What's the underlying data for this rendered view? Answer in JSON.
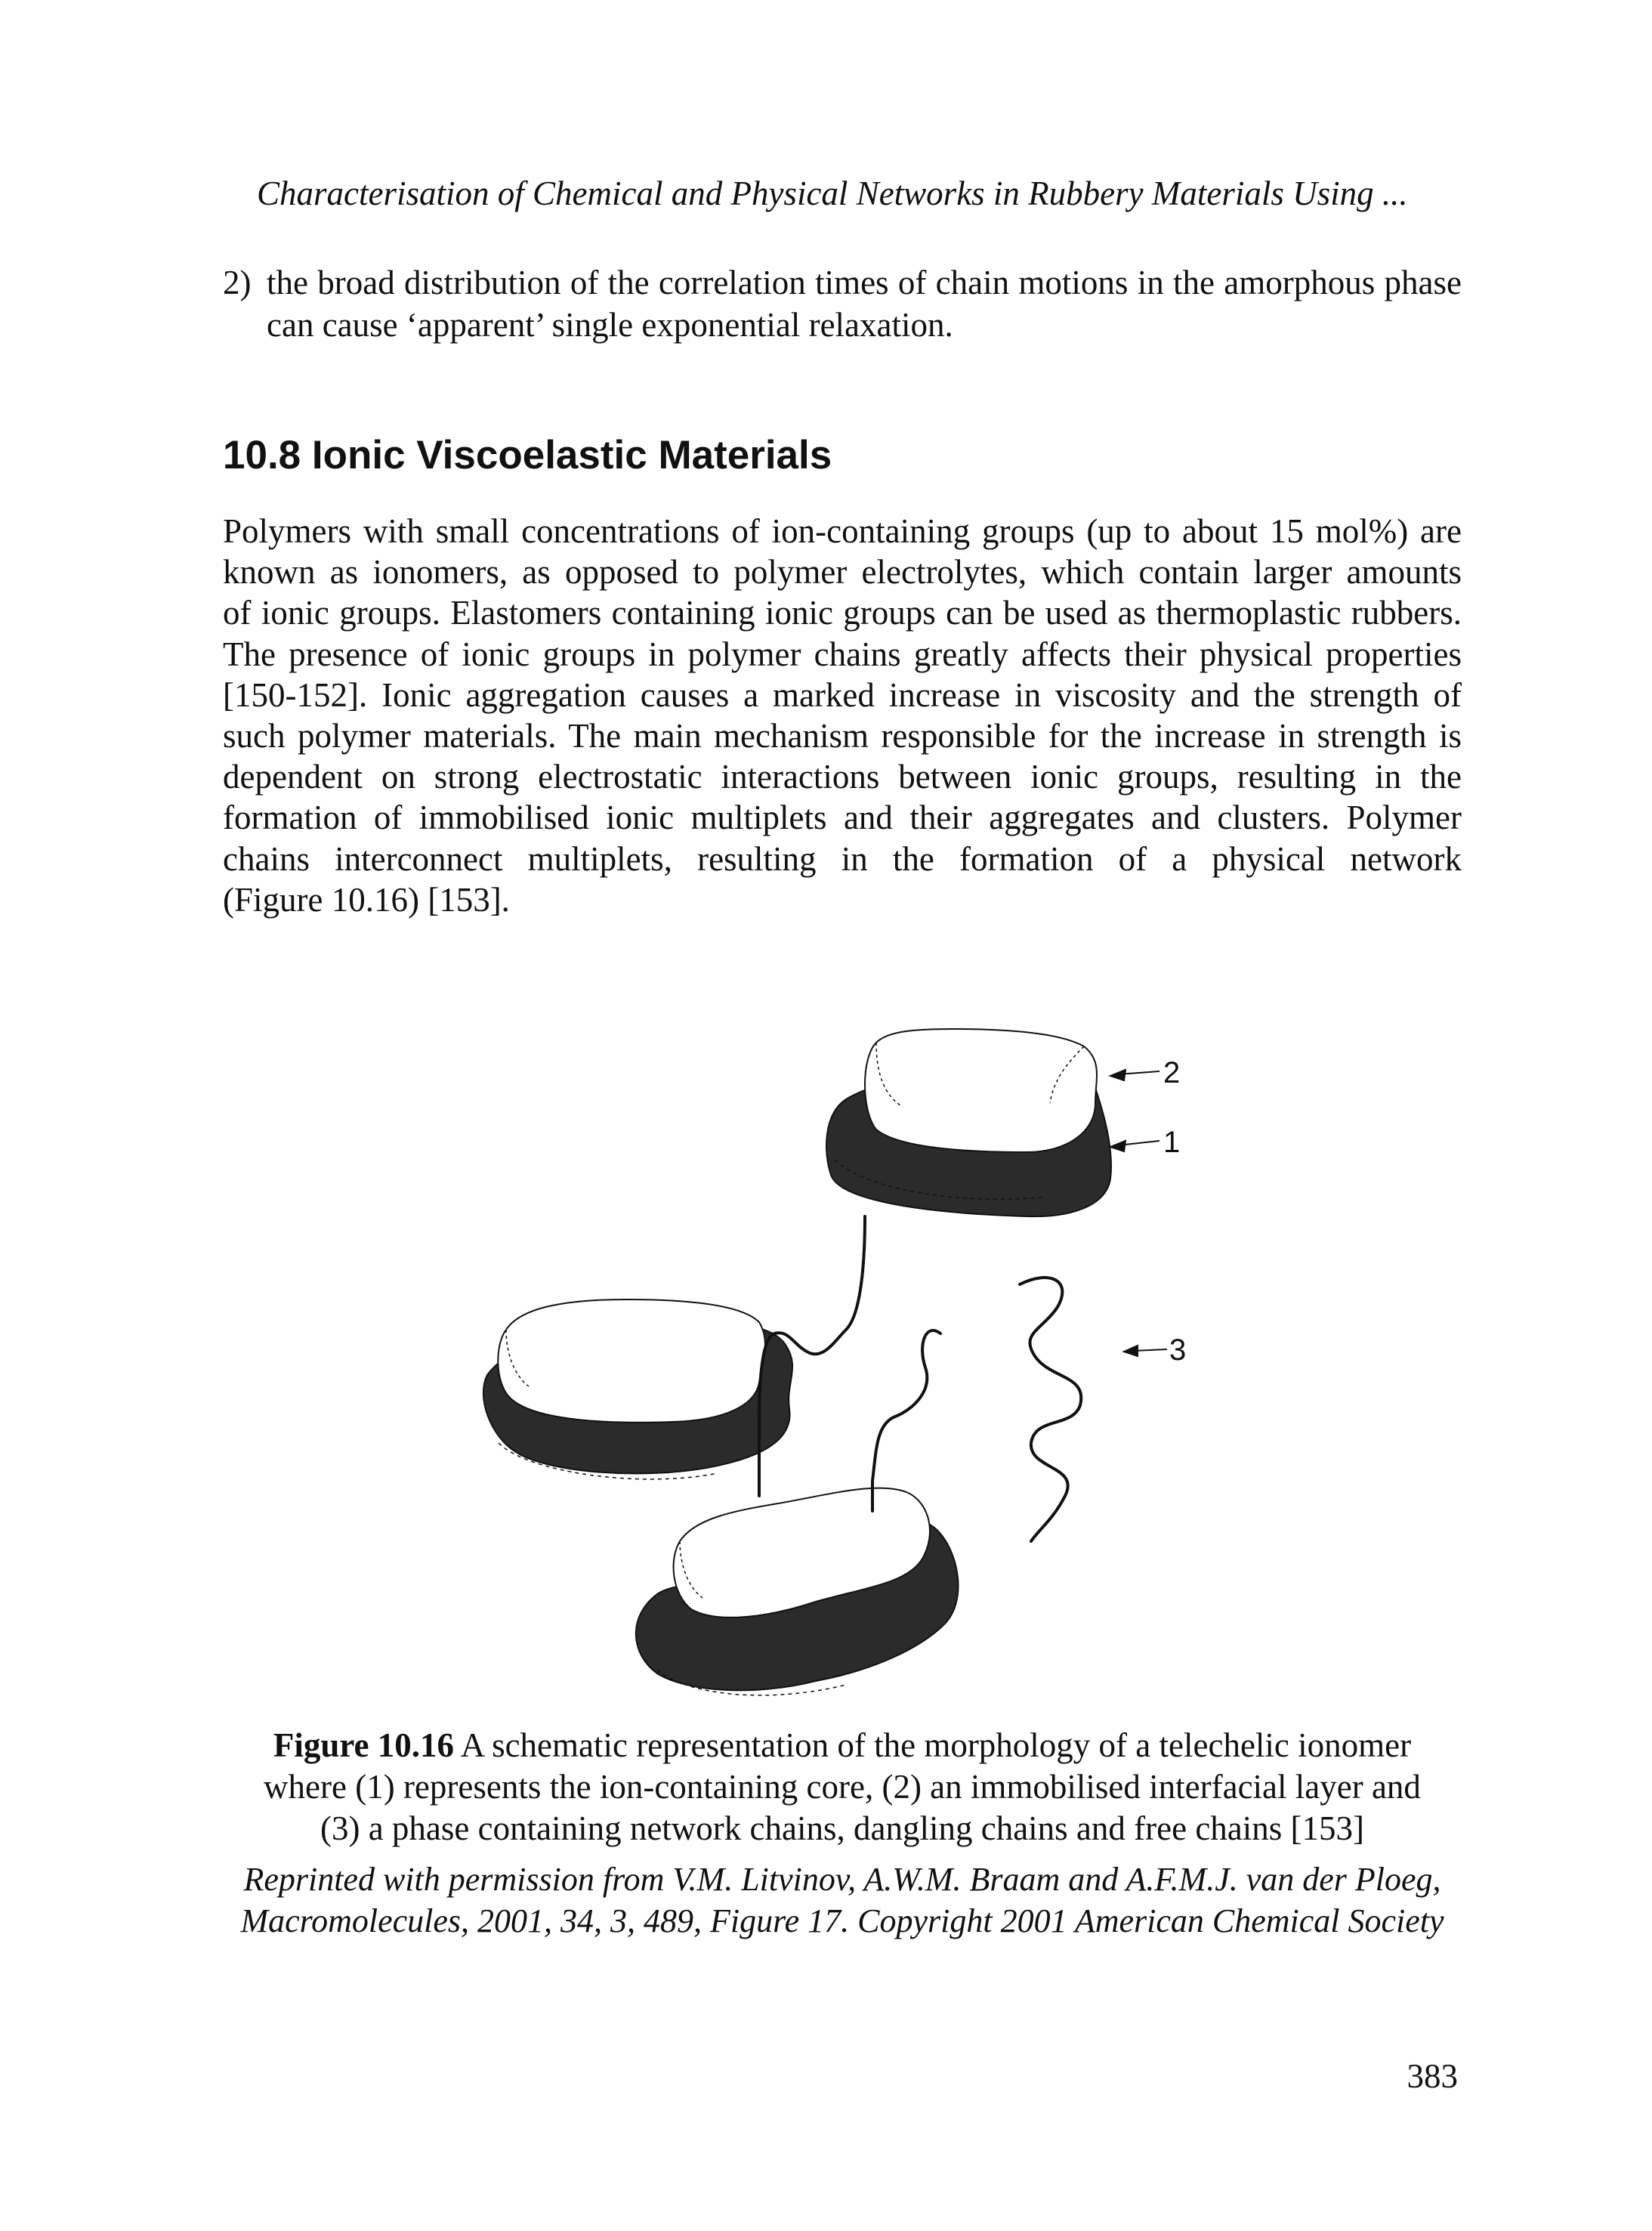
{
  "running_head": "Characterisation of Chemical and Physical Networks in Rubbery Materials Using ...",
  "list_item": {
    "number": "2)",
    "text": "the broad distribution of the correlation times of chain motions in the amorphous phase can cause ‘apparent’ single exponential relaxation."
  },
  "section_heading": "10.8 Ionic Viscoelastic Materials",
  "body_lines": [
    "Polymers with small concentrations of ion-containing groups (up to about 15 mol%) are",
    "known as ionomers, as opposed to polymer electrolytes, which contain larger amounts",
    "of ionic groups. Elastomers containing ionic groups can be used as thermoplastic rubbers.",
    "The presence of ionic groups in polymer chains greatly affects their physical properties",
    "[150-152]. Ionic aggregation causes a marked increase in viscosity and the strength of",
    "such polymer materials. The main mechanism responsible for the increase in strength is",
    "dependent on strong electrostatic interactions between ionic groups, resulting in the",
    "formation of immobilised ionic multiplets and their aggregates and clusters. Polymer",
    "chains interconnect multiplets, resulting in the formation of a physical network",
    "(Figure 10.16) [153]."
  ],
  "figure": {
    "labels": [
      "2",
      "1",
      "3"
    ],
    "colors": {
      "core": "#2b2b2b",
      "layer": "#ffffff",
      "line": "#111111"
    }
  },
  "caption": {
    "lead": "Figure 10.16",
    "line1": " A schematic representation of the morphology of a telechelic ionomer",
    "line2": "where (1) represents the ion-containing core, (2) an immobilised interfacial layer and",
    "line3": "(3) a phase containing network chains, dangling chains and free chains [153]"
  },
  "permission_lines": [
    "Reprinted with permission from V.M. Litvinov, A.W.M. Braam and A.F.M.J. van der Ploeg,",
    "Macromolecules, 2001, 34, 3, 489, Figure 17. Copyright 2001 American Chemical Society"
  ],
  "page_number": "383"
}
